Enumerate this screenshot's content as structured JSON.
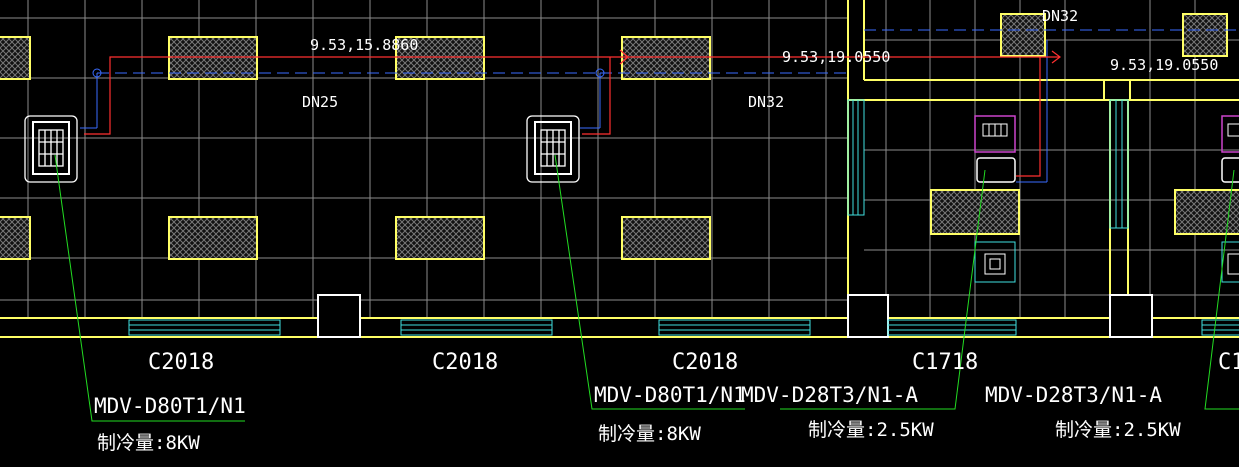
{
  "pipe_labels": {
    "elev_left": "9.53,15.8860",
    "elev_mid": "9.53,19.0550",
    "elev_right": "9.53,19.0550",
    "dn25": "DN25",
    "dn32_mid": "DN32",
    "dn32_top": "DN32"
  },
  "windows": [
    "C2018",
    "C2018",
    "C2018",
    "C1718",
    "C1"
  ],
  "units": [
    {
      "model": "MDV-D80T1/N1",
      "capacity": "制冷量:8KW"
    },
    {
      "model": "MDV-D80T1/N1",
      "capacity": "制冷量:8KW"
    },
    {
      "model": "MDV-D28T3/N1-A",
      "capacity": "制冷量:2.5KW"
    },
    {
      "model": "MDV-D28T3/N1-A",
      "capacity": "制冷量:2.5KW"
    }
  ],
  "colors": {
    "background": "#000000",
    "grid": "#8c8c8c",
    "walls": "#ffff66",
    "refrigerant_pipe": "#ff3030",
    "condensate_pipe": "#3a6cff",
    "leader": "#22dd22",
    "window": "#40e0e0",
    "grille": "#cc44cc",
    "text": "#ffffff"
  }
}
